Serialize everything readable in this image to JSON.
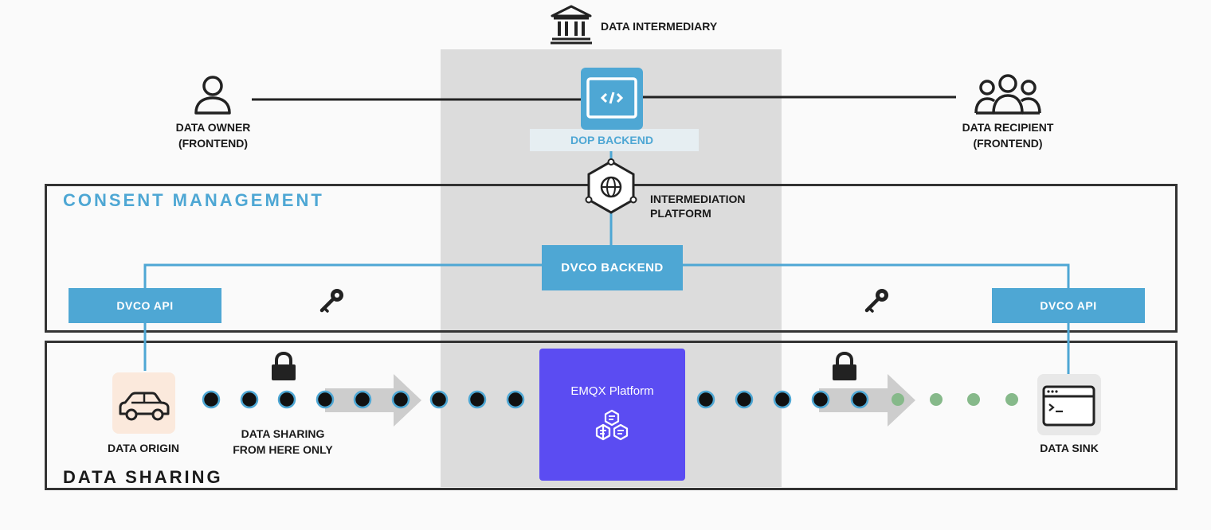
{
  "header": {
    "intermediary_label": "DATA INTERMEDIARY"
  },
  "nodes": {
    "data_owner": {
      "line1": "DATA OWNER",
      "line2": "(FRONTEND)"
    },
    "data_recipient": {
      "line1": "DATA RECIPIENT",
      "line2": "(FRONTEND)"
    },
    "dop_backend": "DOP BACKEND",
    "intermediation": {
      "line1": "INTERMEDIATION",
      "line2": "PLATFORM"
    },
    "dvco_backend": "DVCO BACKEND",
    "dvco_api_left": "DVCO API",
    "dvco_api_right": "DVCO API",
    "data_origin": "DATA ORIGIN",
    "data_sharing_note": {
      "line1": "DATA SHARING",
      "line2": "FROM HERE ONLY"
    },
    "emqx": "EMQX Platform",
    "data_sink": "DATA SINK"
  },
  "sections": {
    "consent": "CONSENT MANAGEMENT",
    "sharing": "DATA SHARING"
  },
  "icons": [
    "bank-icon",
    "user-icon",
    "users-icon",
    "code-icon",
    "globe-icon",
    "key-icon",
    "lock-icon",
    "car-icon",
    "terminal-icon",
    "hexagon-cluster-icon",
    "arrow-right-icon"
  ],
  "colors": {
    "accent_blue": "#4ea7d4",
    "emqx_purple": "#5b4cf2",
    "green_dots": "#86b98a",
    "band_gray": "#dcdcdc",
    "frame": "#333333",
    "origin_bg": "#fbe9dc",
    "sink_bg": "#e8e8e8"
  }
}
